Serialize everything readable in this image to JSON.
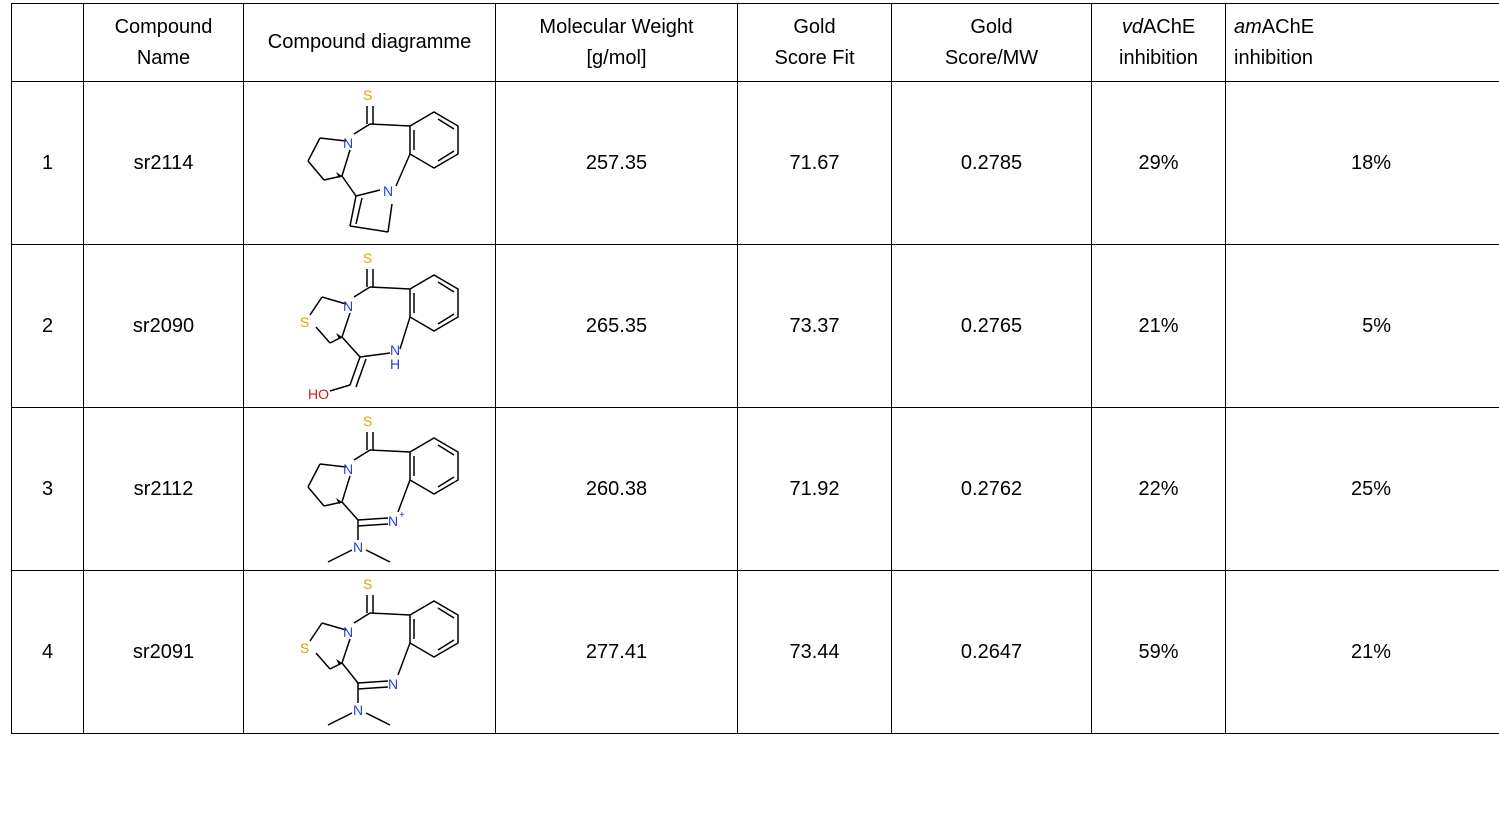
{
  "headers": {
    "index": "",
    "name_line1": "Compound",
    "name_line2": "Name",
    "diagram": "Compound diagramme",
    "mw_line1": "Molecular Weight",
    "mw_line2": "[g/mol]",
    "gold_line1": "Gold",
    "gold_line2": "Score Fit",
    "ratio_line1": "Gold",
    "ratio_line2": "Score/MW",
    "vd_prefix": "vd",
    "vd_suffix": "AChE",
    "vd_line2": "inhibition",
    "am_prefix": "am",
    "am_suffix": "AChE",
    "am_line2": "inhibition"
  },
  "rows": [
    {
      "index": "1",
      "name": "sr2114",
      "mw": "257.35",
      "gold": "71.67",
      "ratio": "0.2785",
      "vd": "29%",
      "am": "18%",
      "atoms": {
        "s": "S",
        "n1": "N",
        "n2": "N"
      }
    },
    {
      "index": "2",
      "name": "sr2090",
      "mw": "265.35",
      "gold": "73.37",
      "ratio": "0.2765",
      "vd": "21%",
      "am": "5%",
      "atoms": {
        "s": "S",
        "n1": "N",
        "s2": "S",
        "nh_n": "N",
        "nh_h": "H",
        "ho": "HO"
      }
    },
    {
      "index": "3",
      "name": "sr2112",
      "mw": "260.38",
      "gold": "71.92",
      "ratio": "0.2762",
      "vd": "22%",
      "am": "25%",
      "atoms": {
        "s": "S",
        "n1": "N",
        "n2": "N",
        "plus": "+",
        "n3": "N"
      }
    },
    {
      "index": "4",
      "name": "sr2091",
      "mw": "277.41",
      "gold": "73.44",
      "ratio": "0.2647",
      "vd": "59%",
      "am": "21%",
      "atoms": {
        "s": "S",
        "n1": "N",
        "s2": "S",
        "n2": "N",
        "n3": "N"
      }
    }
  ],
  "colors": {
    "sulfur": "#d4a800",
    "nitrogen": "#2a3fd8",
    "oxygen": "#d11a1a",
    "bond": "#000000"
  }
}
